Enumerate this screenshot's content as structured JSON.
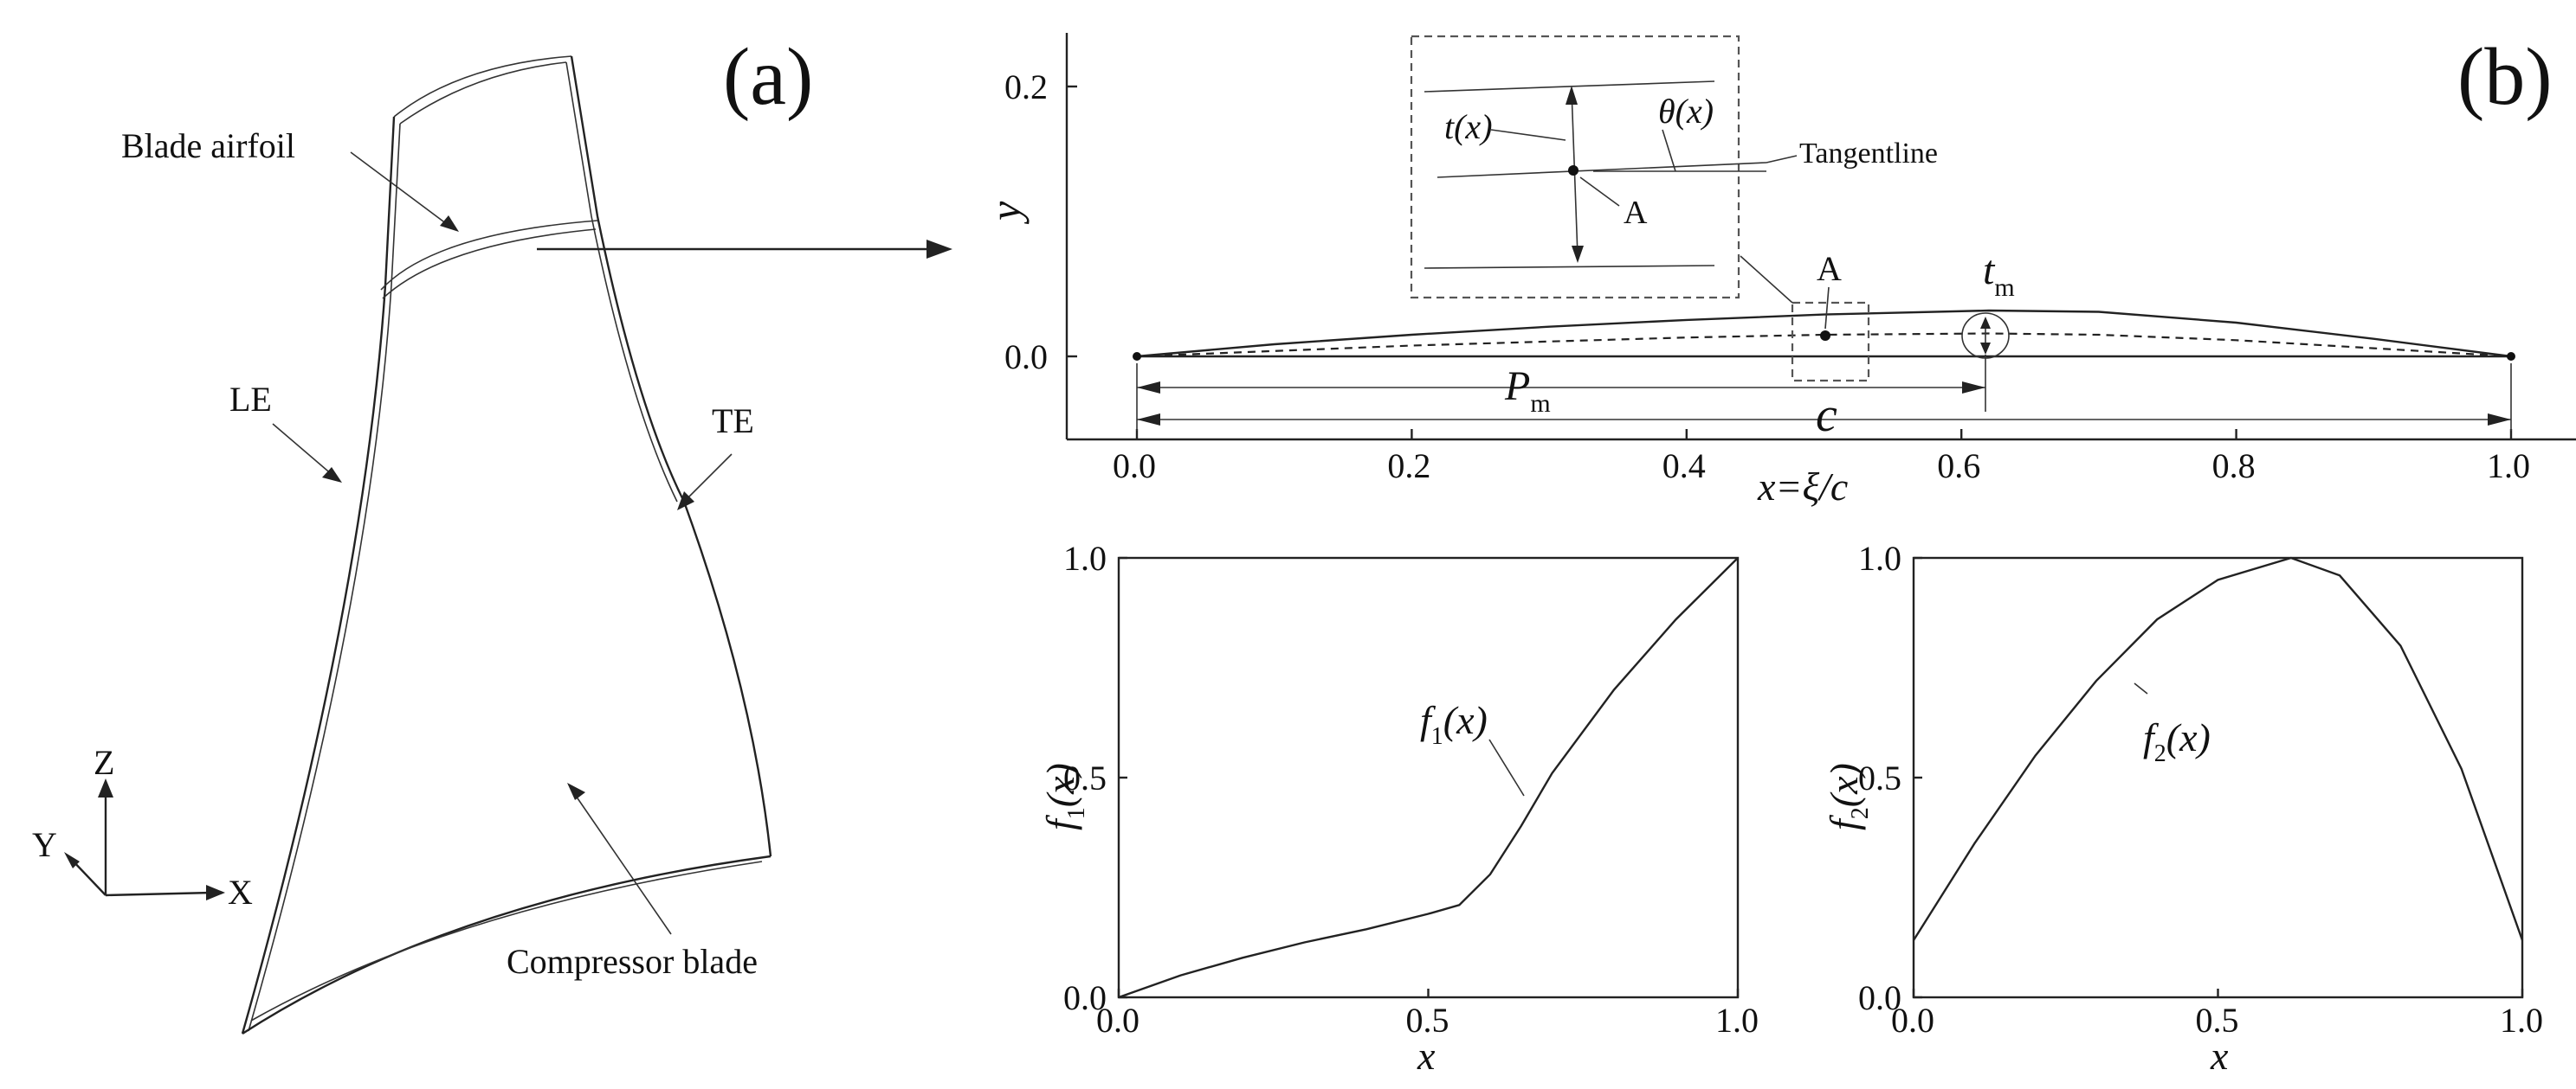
{
  "panel_a": {
    "label": "(a)",
    "labels": {
      "blade_airfoil": "Blade airfoil",
      "le": "LE",
      "te": "TE",
      "compressor_blade": "Compressor blade",
      "axis_z": "Z",
      "axis_y": "Y",
      "axis_x": "X"
    }
  },
  "panel_b": {
    "label": "(b)",
    "ylabel": "y",
    "xlabel": "x=ξ/c",
    "x_ticks": [
      "0.0",
      "0.2",
      "0.4",
      "0.6",
      "0.8",
      "1.0"
    ],
    "y_ticks": [
      "0.0",
      "0.2"
    ],
    "annotations": {
      "tangentline": "Tangentline",
      "point_a_inset": "A",
      "point_a": "A",
      "t_of_x": "t(x)",
      "theta_of_x": "θ(x)",
      "tm_main": "t",
      "tm_sub": "m",
      "pm_main": "P",
      "pm_sub": "m",
      "chord": "c"
    }
  },
  "chart_data": [
    {
      "type": "line",
      "description_id": "airfoil",
      "xlim": [
        0.0,
        1.0
      ],
      "ylim": [
        -0.06,
        0.24
      ],
      "max_thickness_position": 0.62,
      "series": [
        {
          "x": [
            0.0,
            0.1,
            0.2,
            0.3,
            0.4,
            0.5,
            0.62,
            0.7,
            0.8,
            0.9,
            1.0
          ],
          "y": [
            0.0,
            0.009,
            0.016,
            0.022,
            0.027,
            0.031,
            0.034,
            0.033,
            0.025,
            0.013,
            0.0
          ]
        },
        {
          "x": [
            0.0,
            0.1,
            0.2,
            0.3,
            0.4,
            0.5,
            0.62,
            0.7,
            0.8,
            0.9,
            1.0
          ],
          "y": [
            0.0,
            0.004,
            0.008,
            0.011,
            0.014,
            0.016,
            0.017,
            0.016,
            0.012,
            0.006,
            0.0
          ]
        },
        {
          "x": [
            0.0,
            0.2,
            0.4,
            0.6,
            0.8,
            1.0
          ],
          "y": [
            0.0,
            0.0,
            0.0,
            0.0,
            0.0,
            0.0
          ]
        }
      ]
    },
    {
      "type": "line",
      "description_id": "f1",
      "xlabel": "x",
      "ylabel": "f",
      "ylabel_sub": "1",
      "ylabel_arg": "(x)",
      "curve_label": "f",
      "curve_label_sub": "1",
      "curve_label_arg": "(x)",
      "x_ticks": [
        "0.0",
        "0.5",
        "1.0"
      ],
      "y_ticks": [
        "0.0",
        "0.5",
        "1.0"
      ],
      "xlim": [
        0.0,
        1.0
      ],
      "ylim": [
        0.0,
        1.0
      ],
      "series": [
        {
          "x": [
            0.0,
            0.1,
            0.2,
            0.3,
            0.4,
            0.5,
            0.55,
            0.6,
            0.65,
            0.7,
            0.8,
            0.9,
            1.0
          ],
          "y": [
            0.0,
            0.05,
            0.09,
            0.125,
            0.155,
            0.19,
            0.21,
            0.28,
            0.39,
            0.51,
            0.7,
            0.86,
            1.0
          ]
        }
      ]
    },
    {
      "type": "line",
      "description_id": "f2",
      "xlabel": "x",
      "ylabel": "f",
      "ylabel_sub": "2",
      "ylabel_arg": "(x)",
      "curve_label": "f",
      "curve_label_sub": "2",
      "curve_label_arg": "(x)",
      "x_ticks": [
        "0.0",
        "0.5",
        "1.0"
      ],
      "y_ticks": [
        "0.0",
        "0.5",
        "1.0"
      ],
      "xlim": [
        0.0,
        1.0
      ],
      "ylim": [
        0.0,
        1.0
      ],
      "series": [
        {
          "x": [
            0.0,
            0.1,
            0.2,
            0.3,
            0.4,
            0.5,
            0.62,
            0.7,
            0.8,
            0.9,
            1.0
          ],
          "y": [
            0.13,
            0.35,
            0.55,
            0.72,
            0.86,
            0.95,
            1.0,
            0.96,
            0.8,
            0.52,
            0.13
          ]
        }
      ]
    }
  ]
}
